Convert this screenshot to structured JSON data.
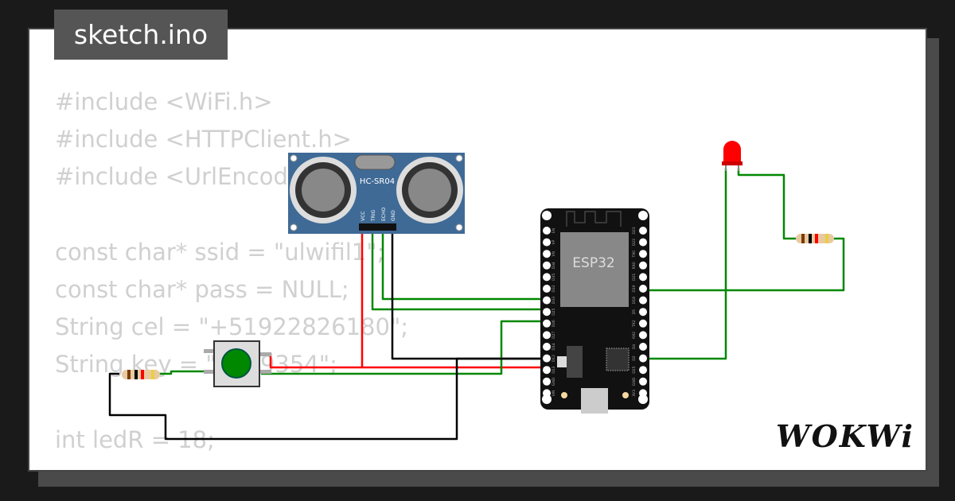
{
  "window": {
    "title": "sketch.ino"
  },
  "code": {
    "lines": [
      "#include <WiFi.h>",
      "#include <HTTPClient.h>",
      "#include <UrlEncode.h>",
      "",
      "const char* ssid = \"ulwifil1\";",
      "const char* pass = NULL;",
      "String cel = \"+51922826180\";",
      "String key = \"2369354\";",
      "",
      "int ledR = 18;"
    ]
  },
  "circuit": {
    "sensor": {
      "label": "HC-SR04",
      "pins": [
        "VCC",
        "TRIG",
        "ECHO",
        "GND"
      ]
    },
    "board": {
      "label": "ESP32",
      "left_pins": [
        "EN",
        "VP",
        "VN",
        "D34",
        "D35",
        "D32",
        "D33",
        "D25",
        "D26",
        "D27",
        "D14",
        "D12",
        "D13",
        "GND",
        "VIN"
      ],
      "right_pins": [
        "D23",
        "D22",
        "TX0",
        "RX0",
        "D21",
        "D19",
        "D18",
        "D5",
        "TX2",
        "RX2",
        "D4",
        "D2",
        "D15",
        "GND",
        "3V3"
      ]
    },
    "wire_colors": {
      "red": "#ff0000",
      "green": "#008000",
      "black": "#000000"
    },
    "led_color": "#ff0000",
    "button_color": "#008000"
  },
  "brand": {
    "logo": "WOKWi"
  }
}
